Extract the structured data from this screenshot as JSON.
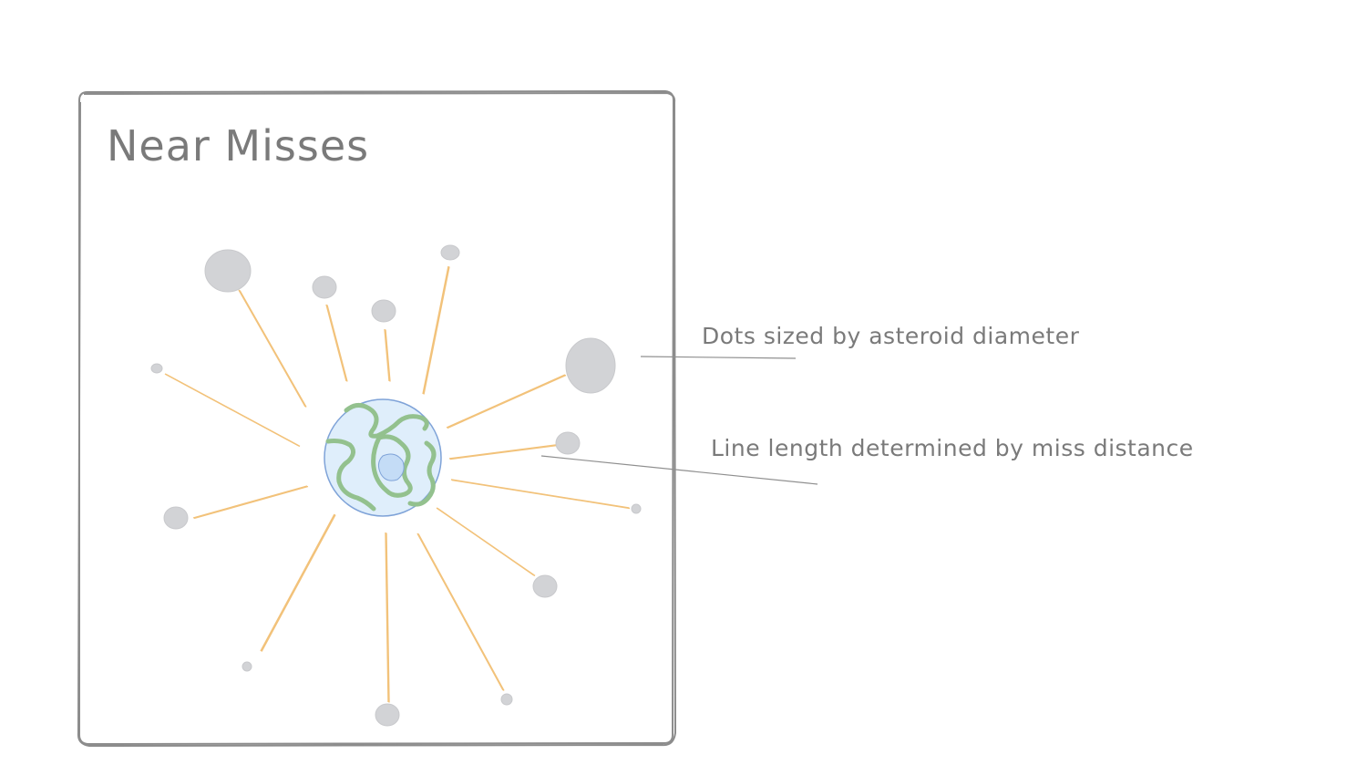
{
  "diagram": {
    "title": "Near Misses",
    "annotations": {
      "size_note": "Dots sized by asteroid diameter",
      "distance_note": "Line length determined by miss distance"
    },
    "center_object": {
      "name": "earth",
      "icon": "earth-globe-icon"
    },
    "colors": {
      "frame": "#8c8c8c",
      "text": "#7a7a7a",
      "ray": "#f2c27a",
      "asteroid": "#d2d3d6",
      "earth_fill": "#dfeefb",
      "earth_outline": "#7fa3d8",
      "land": "#93c18e"
    }
  }
}
